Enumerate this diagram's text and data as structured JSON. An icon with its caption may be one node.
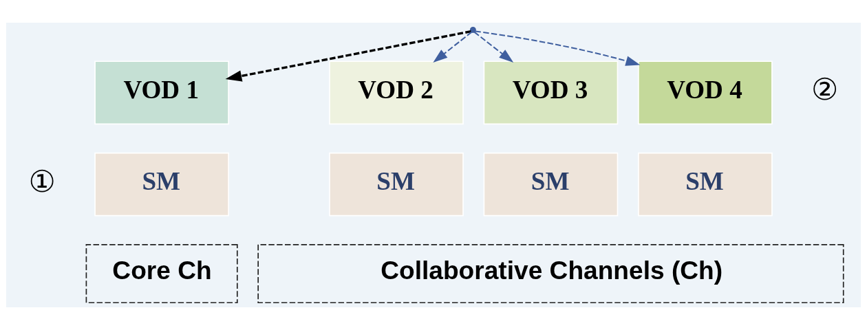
{
  "diagram": {
    "nodes": [
      {
        "text": [],
        "shape": "point"
      },
      {
        "text": [
          "VOD 1"
        ]
      },
      {
        "text": [
          "SM"
        ]
      },
      {
        "text": [
          "VOD 2"
        ]
      },
      {
        "text": [
          "SM"
        ]
      },
      {
        "text": [
          "VOD 3"
        ]
      },
      {
        "text": [
          "SM"
        ]
      },
      {
        "text": [
          "VOD 4"
        ]
      },
      {
        "text": [
          "SM"
        ]
      },
      {
        "text": [
          "Core Ch"
        ]
      },
      {
        "text": [
          "Collaborative Channels (Ch)"
        ]
      }
    ],
    "edges": [
      {
        "from": 0,
        "to": 1,
        "arrow": "to",
        "style": "dashed",
        "color": "#000000"
      },
      {
        "from": 0,
        "to": 3,
        "arrow": "to",
        "style": "dashed"
      },
      {
        "from": 0,
        "to": 5,
        "arrow": "to",
        "style": "dashed"
      },
      {
        "from": 0,
        "to": 7,
        "arrow": "to",
        "style": "dashed"
      }
    ],
    "labels": [
      "②",
      "①"
    ]
  }
}
